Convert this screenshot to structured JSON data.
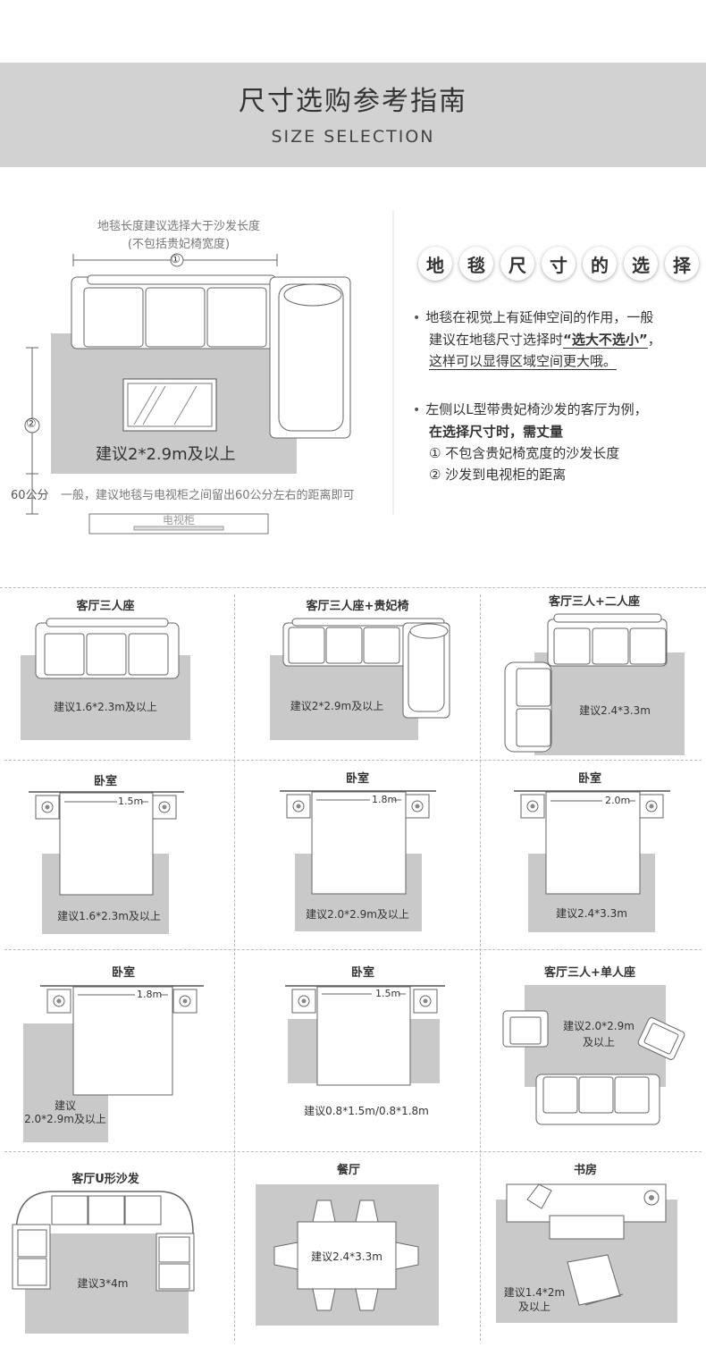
{
  "header": {
    "title_cn": "尺寸选购参考指南",
    "title_en": "SIZE SELECTION"
  },
  "guide": {
    "dim_title_1": "地毯长度建议选择大于沙发长度",
    "dim_title_2": "(不包括贵妃椅宽度)",
    "marker_1": "①",
    "marker_2": "②",
    "rug_suggestion": "建议2*2.9m及以上",
    "distance_label": "60公分",
    "distance_note": "一般，建议地毯与电视柜之间留出60公分左右的距离即可",
    "tv_label": "电视柜"
  },
  "right": {
    "heading_chars": [
      "地",
      "毯",
      "尺",
      "寸",
      "的",
      "选",
      "择"
    ],
    "p1_line1": "地毯在视觉上有延伸空间的作用，一般",
    "p1_line2": "建议在地毯尺寸选择时",
    "p1_emph": "“选大不选小”",
    "p1_comma": "，",
    "p1_line3": "这样可以显得区域空间更大哦。",
    "p2_line1": "左侧以L型带贵妃椅沙发的客厅为例，",
    "p2_line2": "在选择尺寸时，需丈量",
    "p2_item1": "① 不包含贵妃椅宽度的沙发长度",
    "p2_item2": "② 沙发到电视柜的距离"
  },
  "cells": {
    "c1": {
      "title": "客厅三人座",
      "label": "建议1.6*2.3m及以上"
    },
    "c2": {
      "title": "客厅三人座+贵妃椅",
      "label": "建议2*2.9m及以上"
    },
    "c3": {
      "title": "客厅三人+二人座",
      "label": "建议2.4*3.3m"
    },
    "c4": {
      "title": "卧室",
      "label": "建议1.6*2.3m及以上",
      "bed": "1.5m"
    },
    "c5": {
      "title": "卧室",
      "label": "建议2.0*2.9m及以上",
      "bed": "1.8m"
    },
    "c6": {
      "title": "卧室",
      "label": "建议2.4*3.3m",
      "bed": "2.0m"
    },
    "c7": {
      "title": "卧室",
      "label1": "建议",
      "label2": "2.0*2.9m及以上",
      "bed": "1.8m"
    },
    "c8": {
      "title": "卧室",
      "label": "建议0.8*1.5m/0.8*1.8m",
      "bed": "1.5m"
    },
    "c9": {
      "title": "客厅三人+单人座",
      "label1": "建议2.0*2.9m",
      "label2": "及以上"
    },
    "c10": {
      "title": "客厅U形沙发",
      "label": "建议3*4m"
    },
    "c11": {
      "title": "餐厅",
      "label": "建议2.4*3.3m"
    },
    "c12": {
      "title": "书房",
      "label1": "建议1.4*2m",
      "label2": "及以上"
    }
  }
}
